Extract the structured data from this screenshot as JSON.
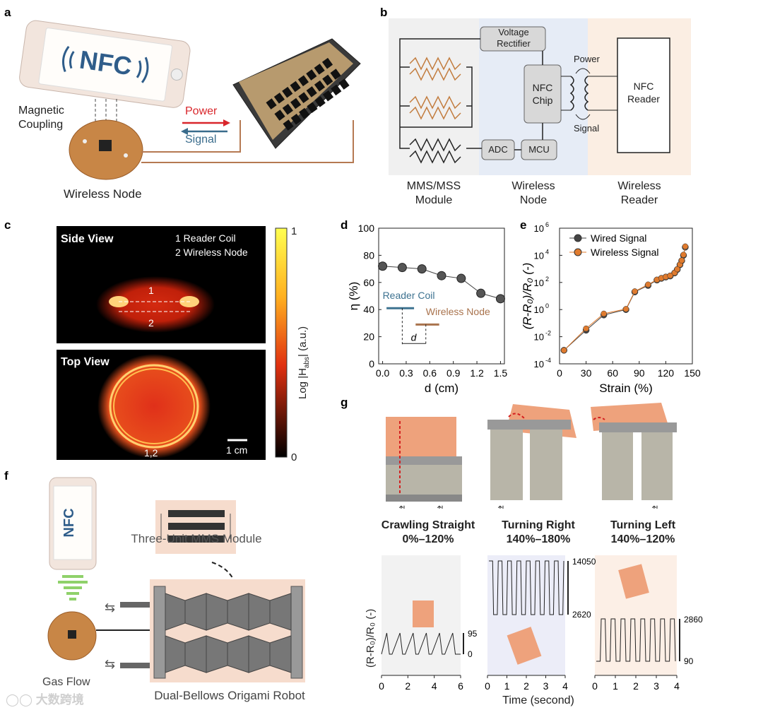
{
  "panel_labels": {
    "a": "a",
    "b": "b",
    "c": "c",
    "d": "d",
    "e": "e",
    "f": "f",
    "g": "g"
  },
  "panel_a": {
    "phone_text": "NFC",
    "magnetic_coupling": "Magnetic\nCoupling",
    "power": "Power",
    "signal": "Signal",
    "wireless_node": "Wireless Node",
    "colors": {
      "power_arrow": "#d9262b",
      "signal_arrow": "#3a6c8c",
      "node": "#c27c3e"
    }
  },
  "panel_b": {
    "voltage_rectifier": "Voltage\nRectifier",
    "nfc_chip": "NFC\nChip",
    "nfc_reader": "NFC\nReader",
    "power": "Power",
    "signal": "Signal",
    "adc": "ADC",
    "mcu": "MCU",
    "col_module": "MMS/MSS\nModule",
    "col_node": "Wireless\nNode",
    "col_reader": "Wireless\nReader",
    "colors": {
      "module_bg": "#f0f0f0",
      "node_bg": "#e6ecf6",
      "reader_bg": "#fbeee3"
    }
  },
  "panel_c": {
    "side_view": "Side View",
    "legend_1": "1 Reader Coil",
    "legend_2": "2 Wireless Node",
    "marker_1": "1",
    "marker_2": "2",
    "top_view": "Top View",
    "top_marker": "1,2",
    "scalebar": "1 cm",
    "colorbar_max": "1",
    "colorbar_min": "0",
    "colorbar_label": "Log |H",
    "colorbar_label_sub": "abs",
    "colorbar_label_end": "| (a.u.)"
  },
  "panel_f": {
    "module_label": "Three-Unit MMS Module",
    "gas_flow": "Gas Flow",
    "robot_label": "Dual-Bellows Origami Robot",
    "phone_text": "NFC"
  },
  "panel_g": {
    "photos": [
      {
        "title": "Crawling Straight",
        "range": "0%–120%"
      },
      {
        "title": "Turning Right",
        "range": "140%–180%"
      },
      {
        "title": "Turning Left",
        "range": "140%–120%"
      }
    ],
    "ylabel": "(R-R₀)/R₀ (-)",
    "xlabel": "Time (second)",
    "plots": [
      {
        "y_top": "95",
        "y_bottom": "0",
        "xticks": [
          "0",
          "2",
          "4",
          "6"
        ],
        "bg": "#f2f2f2"
      },
      {
        "y_top": "14050",
        "y_bottom": "2620",
        "xticks": [
          "0",
          "1",
          "2",
          "3",
          "4"
        ],
        "bg": "#ecedf8"
      },
      {
        "y_top": "2860",
        "y_bottom": "90",
        "xticks": [
          "0",
          "1",
          "2",
          "3",
          "4"
        ],
        "bg": "#fcefe6"
      }
    ]
  },
  "chart_data": [
    {
      "type": "line",
      "panel": "d",
      "xlabel": "d (cm)",
      "ylabel": "η (%)",
      "xlim": [
        -0.05,
        1.55
      ],
      "ylim": [
        0,
        100
      ],
      "xticks": [
        "0.0",
        "0.3",
        "0.6",
        "0.9",
        "1.2",
        "1.5"
      ],
      "yticks": [
        "0",
        "20",
        "40",
        "60",
        "80",
        "100"
      ],
      "x": [
        0.0,
        0.25,
        0.5,
        0.75,
        1.0,
        1.25,
        1.5
      ],
      "y": [
        72,
        71,
        70,
        65,
        63,
        52,
        48
      ],
      "annotations": {
        "reader": "Reader Coil",
        "node": "Wireless Node",
        "d": "d"
      },
      "colors": {
        "reader": "#3d7290",
        "node": "#a9734d",
        "points": "#555555"
      }
    },
    {
      "type": "line",
      "panel": "e",
      "xlabel": "Strain (%)",
      "ylabel": "(R-R₀)/R₀ (-)",
      "yscale": "log",
      "xlim": [
        0,
        150
      ],
      "ylim": [
        0.0001,
        1000000
      ],
      "xticks": [
        "0",
        "30",
        "60",
        "90",
        "120",
        "150"
      ],
      "yticks": [
        "10-4",
        "10-2",
        "100",
        "102",
        "104",
        "106"
      ],
      "legend_position": "top-left",
      "x": [
        5,
        30,
        50,
        75,
        85,
        100,
        110,
        115,
        120,
        125,
        130,
        133,
        136,
        138,
        140,
        142
      ],
      "series": [
        {
          "name": "Wired Signal",
          "color": "#444444",
          "values": [
            0.001,
            0.03,
            0.4,
            1,
            20,
            60,
            150,
            200,
            250,
            300,
            500,
            900,
            2000,
            4000,
            10000,
            40000
          ]
        },
        {
          "name": "Wireless Signal",
          "color": "#e07b2e",
          "values": [
            0.001,
            0.04,
            0.5,
            1.1,
            22,
            70,
            160,
            210,
            260,
            320,
            520,
            950,
            2100,
            4200,
            11000,
            45000
          ]
        }
      ]
    },
    {
      "type": "line",
      "panel": "g-1",
      "xlabel": "Time (second)",
      "xlim": [
        0,
        6
      ],
      "ylim": [
        0,
        95
      ],
      "x": [
        0,
        0.4,
        0.6,
        0.8,
        1.4,
        1.6,
        1.8,
        2.4,
        2.6,
        2.8,
        3.4,
        3.6,
        3.8,
        4.4,
        4.6,
        4.8,
        5.4,
        5.6,
        5.8,
        6
      ],
      "series": [
        {
          "values": [
            0,
            95,
            0,
            0,
            95,
            0,
            0,
            95,
            0,
            0,
            95,
            0,
            0,
            95,
            0,
            0,
            95,
            0,
            0,
            0
          ]
        }
      ]
    },
    {
      "type": "line",
      "panel": "g-2",
      "xlim": [
        0,
        4
      ],
      "ylim": [
        2620,
        14050
      ],
      "period": 0.5,
      "cycles": 8,
      "series": [
        {
          "min": 2620,
          "max": 14050
        }
      ]
    },
    {
      "type": "line",
      "panel": "g-3",
      "xlim": [
        0,
        4
      ],
      "ylim": [
        90,
        2860
      ],
      "period": 0.45,
      "cycles": 8,
      "series": [
        {
          "min": 90,
          "max": 2860
        }
      ]
    }
  ]
}
